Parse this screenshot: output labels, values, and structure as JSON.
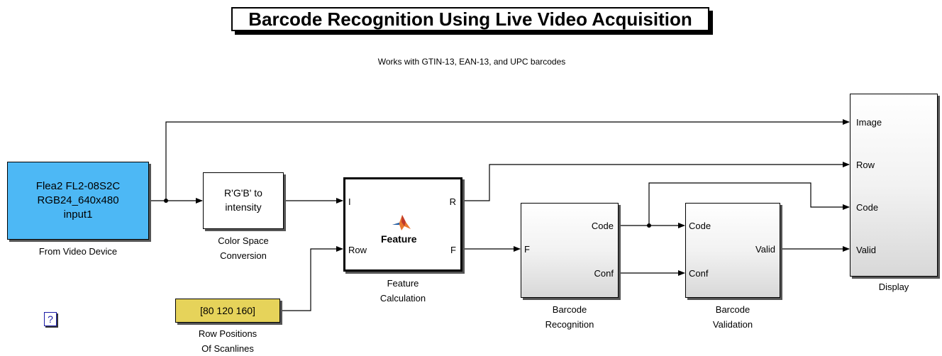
{
  "header": {
    "title": "Barcode Recognition Using Live Video Acquisition",
    "subtitle": "Works with GTIN-13, EAN-13, and UPC barcodes"
  },
  "blocks": {
    "video_device": {
      "line1": "Flea2 FL2-08S2C",
      "line2": "RGB24_640x480",
      "line3": "input1",
      "caption": "From Video Device"
    },
    "color_conv": {
      "line1": "R'G'B' to",
      "line2": "intensity",
      "caption1": "Color Space",
      "caption2": "Conversion"
    },
    "row_positions": {
      "value": "[80 120 160]",
      "caption1": "Row Positions",
      "caption2": "Of Scanlines"
    },
    "feature": {
      "label": "Feature",
      "in_I": "I",
      "in_Row": "Row",
      "out_R": "R",
      "out_F": "F",
      "caption1": "Feature",
      "caption2": "Calculation"
    },
    "recognition": {
      "in_F": "F",
      "out_Code": "Code",
      "out_Conf": "Conf",
      "caption1": "Barcode",
      "caption2": "Recognition"
    },
    "validation": {
      "in_Code": "Code",
      "in_Conf": "Conf",
      "out_Valid": "Valid",
      "caption1": "Barcode",
      "caption2": "Validation"
    },
    "display": {
      "in_Image": "Image",
      "in_Row": "Row",
      "in_Code": "Code",
      "in_Valid": "Valid",
      "caption": "Display"
    }
  },
  "help": {
    "label": "?"
  },
  "colors": {
    "video_block": "#4db8f5",
    "constant_block": "#e6d35a",
    "matlab_orange": "#e8772e",
    "matlab_blue": "#1f5fa8"
  }
}
